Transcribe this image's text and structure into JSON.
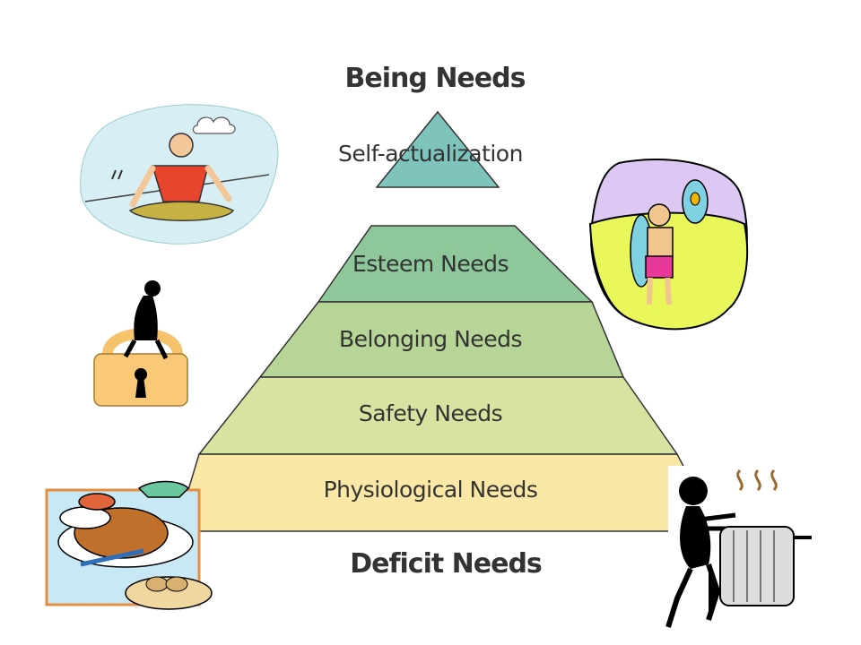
{
  "headings": {
    "top": "Being Needs",
    "bottom": "Deficit Needs"
  },
  "pyramid": {
    "levels": [
      {
        "label": "Self-actualization",
        "color": "#7ec4bc"
      },
      {
        "label": "Esteem Needs",
        "color": "#8ec89a"
      },
      {
        "label": "Belonging Needs",
        "color": "#b6d596"
      },
      {
        "label": "Safety Needs",
        "color": "#d6e3a1"
      },
      {
        "label": "Physiological Needs",
        "color": "#fbe7a6"
      }
    ]
  },
  "clipart": [
    {
      "name": "meditation-icon"
    },
    {
      "name": "hugging-icon"
    },
    {
      "name": "padlock-person-icon"
    },
    {
      "name": "turkey-dinner-icon"
    },
    {
      "name": "radiator-person-icon"
    }
  ]
}
